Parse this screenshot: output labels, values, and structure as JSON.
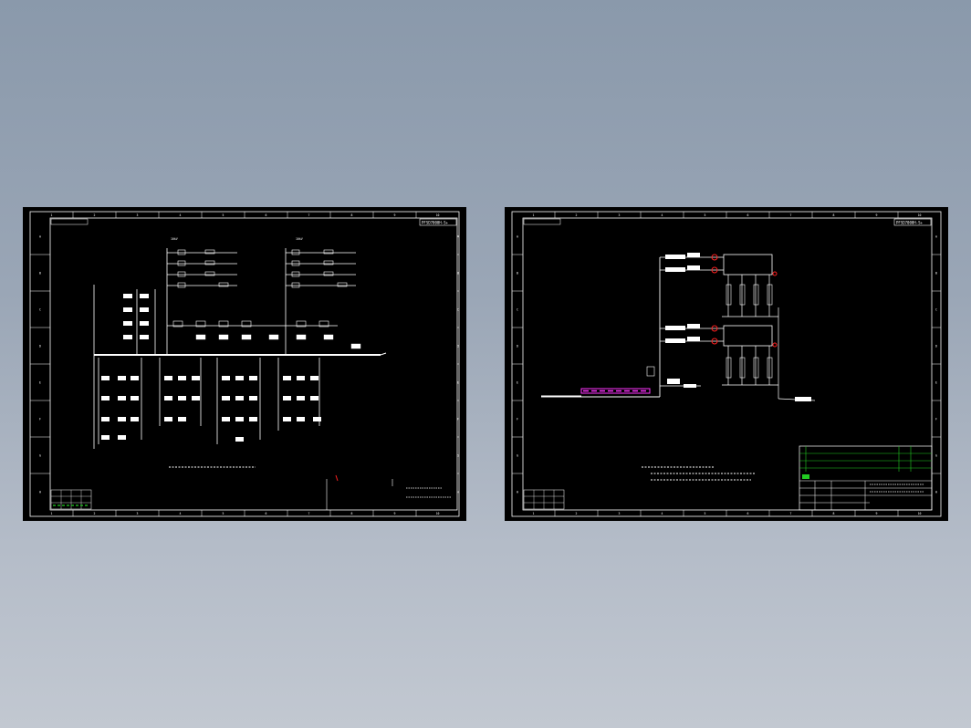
{
  "colors": {
    "sheet_background": "#000000",
    "linework": "#ffffff",
    "highlight_magenta": "#ff33ff",
    "highlight_red": "#ff2020",
    "highlight_green": "#22cc22"
  },
  "sheets": [
    {
      "drawing_number": "PFSD7000H-S+",
      "border_column_numbers": [
        "1",
        "2",
        "3",
        "4",
        "5",
        "6",
        "7",
        "8",
        "9",
        "10"
      ],
      "border_row_letters": [
        "A",
        "B",
        "C",
        "D",
        "E",
        "F",
        "G",
        "H"
      ],
      "bus_labels": [
        "10kV",
        "10kV"
      ]
    },
    {
      "drawing_number": "PFSD7000H-S+",
      "border_column_numbers": [
        "1",
        "2",
        "3",
        "4",
        "5",
        "6",
        "7",
        "8",
        "9",
        "10"
      ],
      "border_row_letters": [
        "A",
        "B",
        "C",
        "D",
        "E",
        "F",
        "G",
        "H"
      ]
    }
  ]
}
